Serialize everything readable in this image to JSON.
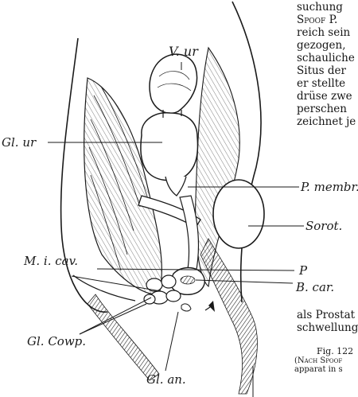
{
  "column_text_top": [
    "suchung",
    "Spoof P.",
    "reich sein",
    "gezogen,",
    "schauliche",
    "Situs der",
    "er stellte",
    "drüse zwe",
    "perschen",
    "zeichnet je"
  ],
  "column_text_bottom": [
    "als Prostat",
    "schwellung"
  ],
  "caption": {
    "line1": "Fig. 122",
    "line2": "(Nach Spoof",
    "line3": "apparat in s"
  },
  "figure_labels": {
    "v_ur": "V. ur",
    "gl_ur": "Gl. ur",
    "p_membr": "P. membr.",
    "sorot": "Sorot.",
    "m_i_cav": "M. i. cav.",
    "p": "P",
    "b_car": "B. car.",
    "gl_cowp": "Gl. Cowp.",
    "gl_an": "Gl. an."
  },
  "colors": {
    "ink": "#1a1a1a",
    "paper": "#ffffff"
  }
}
